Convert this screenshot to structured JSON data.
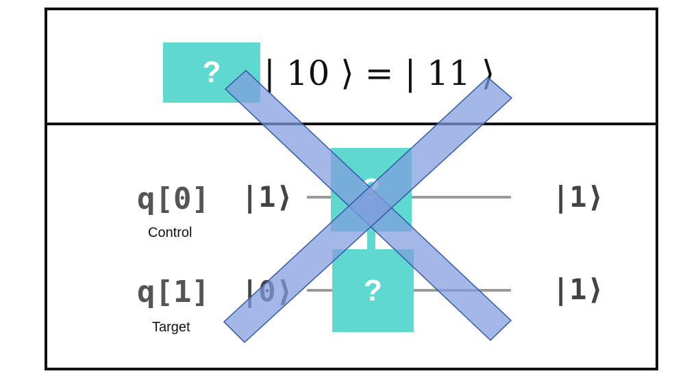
{
  "equation": {
    "unknown": "?",
    "text": "| 10 ⟩  =  | 11 ⟩"
  },
  "circuit": {
    "qubits": [
      {
        "label": "q[0]",
        "role": "Control",
        "input_state": "|1⟩",
        "output_state": "|1⟩"
      },
      {
        "label": "q[1]",
        "role": "Target",
        "input_state": "|0⟩",
        "output_state": "|1⟩"
      }
    ],
    "gate_top": "?",
    "gate_bottom": "?"
  },
  "colors": {
    "gate_fill": "#5fd8d0",
    "cross_fill": "#7f9cdc",
    "cross_stroke": "#3355aa"
  }
}
